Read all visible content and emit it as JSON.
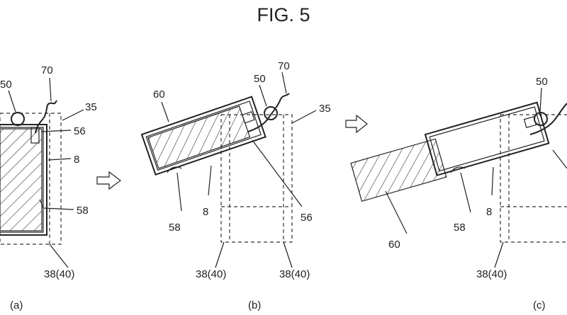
{
  "figure": {
    "title": "FIG. 5"
  },
  "panels": {
    "a": {
      "tag": "(a)",
      "labels": {
        "p50": "50",
        "p70": "70",
        "p35": "35",
        "p56": "56",
        "p8": "8",
        "p58": "58",
        "p38": "38(40)"
      }
    },
    "b": {
      "tag": "(b)",
      "labels": {
        "p60": "60",
        "p50": "50",
        "p70": "70",
        "p35": "35",
        "p58": "58",
        "p8": "8",
        "p56": "56",
        "p38a": "38(40)",
        "p38b": "38(40)"
      }
    },
    "c": {
      "tag": "(c)",
      "labels": {
        "p50": "50",
        "p58": "58",
        "p8": "8",
        "p60": "60",
        "p38": "38(40)"
      }
    }
  },
  "arrows": {
    "count": 2,
    "icon": "hollow-right-arrow"
  }
}
